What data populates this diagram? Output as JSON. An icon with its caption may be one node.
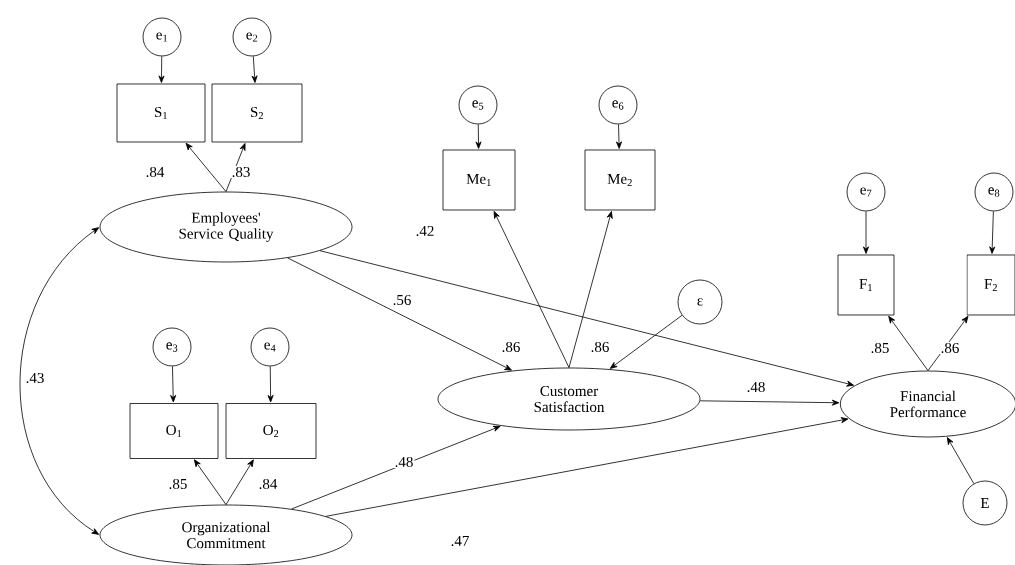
{
  "diagram": {
    "nodes": [
      {
        "text": [
          "e$_{1}$"
        ]
      },
      {
        "text": [
          "e$_{2}$"
        ]
      },
      {
        "text": [
          "S$_{1}$"
        ]
      },
      {
        "text": [
          "S$_{2}$"
        ]
      },
      {
        "text": [
          "Employees' Service Quality"
        ]
      },
      {
        "text": [
          "e$_{3}$"
        ]
      },
      {
        "text": [
          "e$_{4}$"
        ]
      },
      {
        "text": [
          "O$_{1}$"
        ]
      },
      {
        "text": [
          "O$_{2}$"
        ]
      },
      {
        "text": [
          "Organizational Commitment"
        ]
      },
      {
        "text": [
          "e$_{5}$"
        ]
      },
      {
        "text": [
          "e$_{6}$"
        ]
      },
      {
        "text": [
          "Me$_{1}$"
        ]
      },
      {
        "text": [
          "Me$_{2}$"
        ]
      },
      {
        "text": [
          "Customer Satisfaction"
        ]
      },
      {
        "text": [
          "ε"
        ]
      },
      {
        "text": [
          "e$_{7}$"
        ]
      },
      {
        "text": [
          "e$_{8}$"
        ]
      },
      {
        "text": [
          "F$_{1}$"
        ]
      },
      {
        "text": [
          "F$_{2}$"
        ]
      },
      {
        "text": [
          "Financial Performance"
        ]
      },
      {
        "text": [
          "E"
        ]
      }
    ],
    "edges": [
      {
        "from": 0,
        "to": 2,
        "arrow": "to"
      },
      {
        "from": 1,
        "to": 3,
        "arrow": "to"
      },
      {
        "from": 4,
        "to": 2,
        "arrow": "to",
        "label": ".84"
      },
      {
        "from": 4,
        "to": 3,
        "arrow": "to",
        "label": ".83"
      },
      {
        "from": 4,
        "to": 9,
        "arrow": "both",
        "label": ".43"
      },
      {
        "from": 5,
        "to": 7,
        "arrow": "to"
      },
      {
        "from": 6,
        "to": 8,
        "arrow": "to"
      },
      {
        "from": 9,
        "to": 7,
        "arrow": "to",
        "label": ".85"
      },
      {
        "from": 9,
        "to": 8,
        "arrow": "to",
        "label": ".84"
      },
      {
        "from": 10,
        "to": 12,
        "arrow": "to"
      },
      {
        "from": 11,
        "to": 13,
        "arrow": "to"
      },
      {
        "from": 14,
        "to": 12,
        "arrow": "to",
        "label": ".86"
      },
      {
        "from": 14,
        "to": 13,
        "arrow": "to",
        "label": ".86"
      },
      {
        "from": 4,
        "to": 14,
        "arrow": "to",
        "label": ".56"
      },
      {
        "from": 4,
        "to": 20,
        "arrow": "to",
        "label": ".42"
      },
      {
        "from": 9,
        "to": 14,
        "arrow": "to",
        "label": ".48"
      },
      {
        "from": 9,
        "to": 20,
        "arrow": "to",
        "label": ".47"
      },
      {
        "from": 15,
        "to": 14,
        "arrow": "to"
      },
      {
        "from": 14,
        "to": 20,
        "arrow": "to",
        "label": ".48"
      },
      {
        "from": 20,
        "to": 18,
        "arrow": "to",
        "label": ".85"
      },
      {
        "from": 20,
        "to": 19,
        "arrow": "to",
        "label": ".86"
      },
      {
        "from": 16,
        "to": 18,
        "arrow": "to"
      },
      {
        "from": 17,
        "to": 19,
        "arrow": "to"
      },
      {
        "from": 21,
        "to": 20,
        "arrow": "to"
      }
    ]
  }
}
